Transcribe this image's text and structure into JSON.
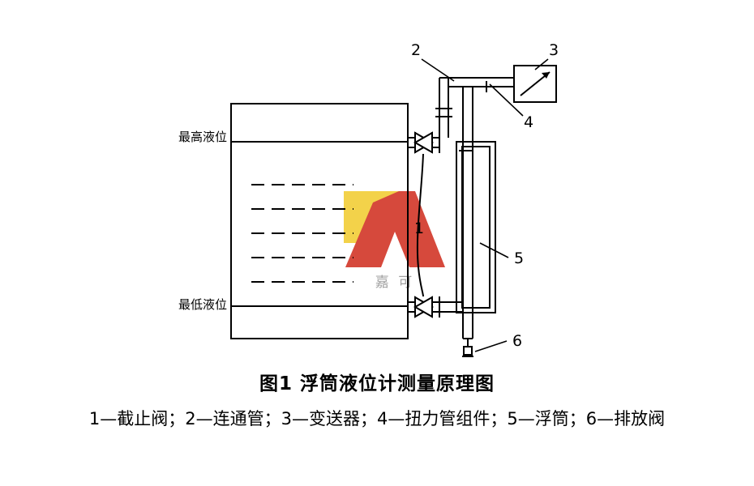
{
  "figure": {
    "title": "图1  浮筒液位计测量原理图",
    "legend": "1—截止阀；2—连通管；3—变送器；4—扭力管组件；5—浮筒；6—排放阀",
    "level_labels": {
      "high": "最高液位",
      "low": "最低液位"
    },
    "callouts": {
      "one": "1",
      "two": "2",
      "three": "3",
      "four": "4",
      "five": "5",
      "six": "6"
    },
    "watermark": {
      "text": "嘉 可",
      "yellow": "#F2CF3B",
      "red": "#D33A2C",
      "gray": "#9A9A9A"
    },
    "colors": {
      "line": "#000000",
      "background": "#ffffff"
    }
  }
}
